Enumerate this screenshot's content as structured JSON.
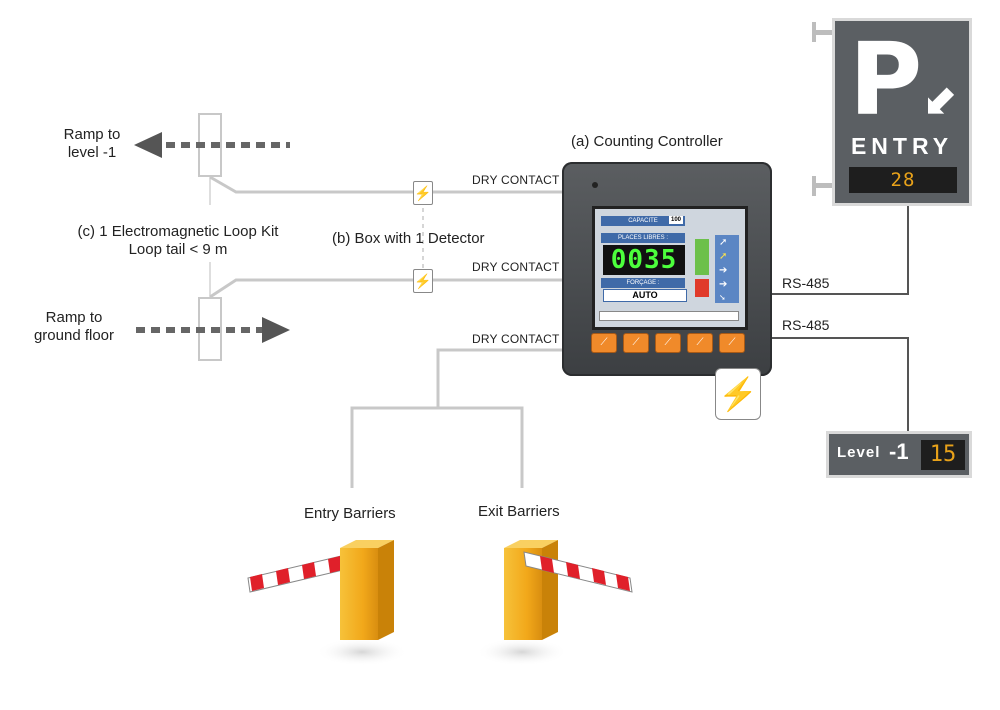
{
  "ramps": {
    "top_label_line1": "Ramp to",
    "top_label_line2": "level -1",
    "bottom_label_line1": "Ramp to",
    "bottom_label_line2": "ground floor"
  },
  "loop_kit": {
    "line1": "(c) 1 Electromagnetic Loop Kit",
    "line2": "Loop tail < 9 m"
  },
  "detector_box": {
    "label": "(b) Box with 1 Detector"
  },
  "controller": {
    "title": "(a) Counting Controller",
    "screen": {
      "capacity_label": "CAPACITE",
      "capacity_value": "100",
      "free_places_label": "PLACES LIBRES :",
      "free_places_value": "0035",
      "forcing_label": "FORÇAGE :",
      "mode_value": "AUTO"
    }
  },
  "connections": {
    "dry_contact_1": "DRY CONTACT",
    "dry_contact_2": "DRY CONTACT",
    "dry_contact_3": "DRY CONTACT",
    "rs485_1": "RS-485",
    "rs485_2": "RS-485"
  },
  "entry_sign": {
    "letter": "P",
    "word": "ENTRY",
    "count": "28"
  },
  "level_sign": {
    "label": "Level",
    "level": "-1",
    "count": "15"
  },
  "barriers": {
    "entry_label": "Entry Barriers",
    "exit_label": "Exit Barriers"
  },
  "icons": {
    "bolt": "lightning-icon",
    "arrow": "arrow-down-left-icon"
  },
  "colors": {
    "sign_bg": "#5b5f63",
    "led_amber": "#e8a21a",
    "led_green": "#4cff3c",
    "barrier_post": "#f2b01e",
    "barrier_arm_red": "#e0202a",
    "wire": "#c8c8c8"
  }
}
